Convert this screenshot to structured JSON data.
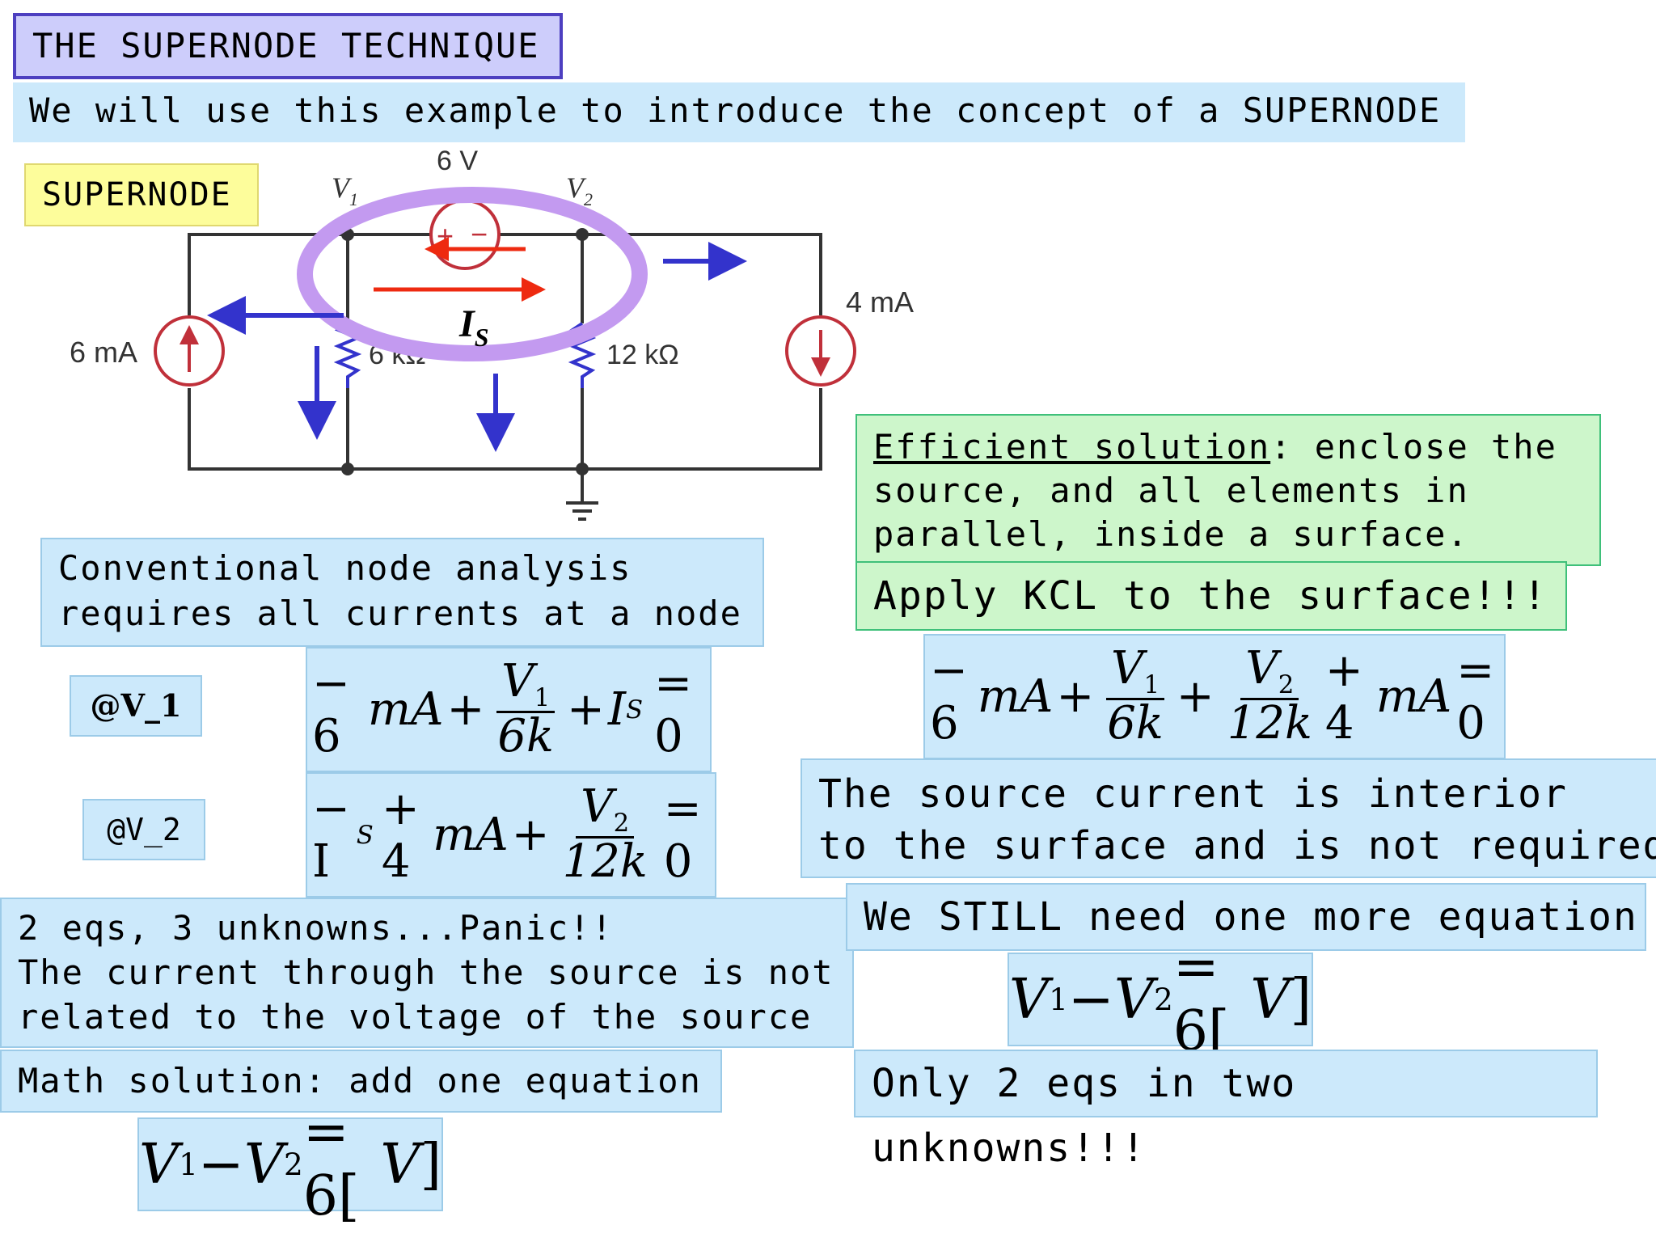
{
  "title": "THE SUPERNODE TECHNIQUE",
  "intro": "We will use this example to introduce the concept of a SUPERNODE",
  "supernode_label": "SUPERNODE",
  "circuit": {
    "label_6v": "6 V",
    "label_v1": "V",
    "label_v1_sub": "1",
    "label_v2": "V",
    "label_v2_sub": "2",
    "label_6ma": "6 mA",
    "label_4ma": "4 mA",
    "label_6k": "6 kΩ",
    "label_12k": "12 kΩ",
    "label_is": "I",
    "label_is_sub": "S",
    "colors": {
      "wire": "#333333",
      "source": "#c0303a",
      "supernode": "#c39af0",
      "arrow_blue": "#3333cc",
      "arrow_red": "#ee2a10"
    }
  },
  "conventional": {
    "line1": "Conventional node analysis",
    "line2": "requires all currents at a node"
  },
  "node_labels": {
    "v1": "@V_1",
    "v2": "@V_2"
  },
  "eq1": {
    "a": "− 6",
    "unit": "mA",
    "plus": "+",
    "num": "V",
    "num_sub": "1",
    "den": "6k",
    "plus2": "+",
    "is": "I",
    "is_sub": "S",
    "eq": "= 0"
  },
  "eq2": {
    "a": "− I",
    "a_sub": "S",
    "plus": "+ 4",
    "unit": "mA",
    "plus2": "+",
    "num": "V",
    "num_sub": "2",
    "den": "12k",
    "eq": "= 0"
  },
  "panic": {
    "line1": "2 eqs, 3 unknowns...Panic!!",
    "line2": "The current through the source is not",
    "line3": "related to the voltage of the source"
  },
  "math_solution": "Math solution: add one equation",
  "constraint_eq": {
    "v1": "V",
    "v1_sub": "1",
    "minus": " − ",
    "v2": "V",
    "v2_sub": "2",
    "eq": " = 6[",
    "unit": "V",
    "close": "]"
  },
  "efficient": {
    "heading": "Efficient solution",
    "rest1": ": enclose the",
    "line2": "source, and all elements in",
    "line3": "parallel, inside a surface."
  },
  "apply_kcl": "Apply KCL to the surface!!!",
  "kcl_eq": {
    "a": "− 6",
    "unit": "mA",
    "plus": "+",
    "n1": "V",
    "n1_sub": "1",
    "d1": "6k",
    "plus2": "+",
    "n2": "V",
    "n2_sub": "2",
    "d2": "12k",
    "plus3": "+ 4",
    "unit2": "mA",
    "eq": "= 0"
  },
  "interior": {
    "line1": "The source current is interior",
    "line2": "to the surface and is not required"
  },
  "still_need": "We STILL need one more equation",
  "only2": "Only 2 eqs in two unknowns!!!"
}
